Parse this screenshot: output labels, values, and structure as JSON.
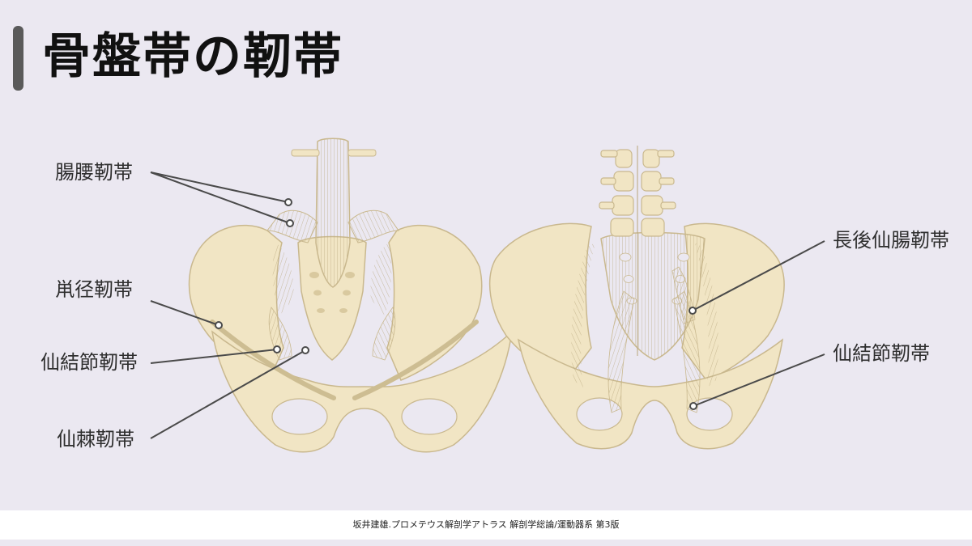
{
  "title": "骨盤帯の靭帯",
  "labels": {
    "iliolumbar": "腸腰靭帯",
    "inguinal": "鼡径靭帯",
    "sacrotuberous_left": "仙結節靭帯",
    "sacrospinous": "仙棘靭帯",
    "long_posterior_sacroiliac": "長後仙腸靭帯",
    "sacrotuberous_right": "仙結節靭帯"
  },
  "footer": {
    "citation": "坂井建雄.プロメテウス解剖学アトラス 解剖学総論/運動器系 第3版"
  },
  "colors": {
    "bone": "#f1e5c4",
    "bone_outline": "#c9b88e",
    "ligament": "#ddcfa6",
    "hole": "#ebe8f1",
    "leader_line": "#4a4a4a",
    "accent_bar": "#5a5a5a"
  },
  "icons": {
    "anterior_pelvis": "pelvis-anterior-view",
    "posterior_pelvis": "pelvis-posterior-view"
  }
}
